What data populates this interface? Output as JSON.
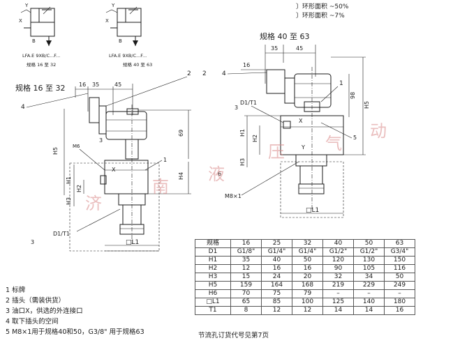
{
  "top_right_note": {
    "line1": "〕环形面积 ~50%",
    "line2": "〕环形面积 ~7%"
  },
  "symbols": [
    {
      "code": "LFA.E 9XB/C...F...",
      "size": "规格 16 至 32"
    },
    {
      "code": "LFA.E 9XB/C...F...",
      "size": "规格 40 至 63"
    }
  ],
  "left_view": {
    "title": "规格 16 至 32",
    "dims": {
      "d16": "16",
      "d35": "35",
      "d45": "45",
      "h5": "H5",
      "h69": "69",
      "h4": "H4",
      "h1": "H1",
      "h2": "H2",
      "h3": "H3",
      "l1": "□L1",
      "x": "X",
      "m6": "M6",
      "d1t1": "D1/T1"
    },
    "callouts": {
      "c1": "1",
      "c2": "2",
      "c3": "3",
      "c4": "4",
      "c3b": "3"
    }
  },
  "right_view": {
    "title": "规格 40 至 63",
    "dims": {
      "d35": "35",
      "d45": "45",
      "d16": "16",
      "d1t1": "D1/T1",
      "h1": "H1",
      "h2": "H2",
      "h3": "H3",
      "h5": "H5",
      "h98": "98",
      "l1": "□L1",
      "x": "X",
      "m8": "M8×1",
      "y": "Y"
    },
    "callouts": {
      "c1": "1",
      "c2": "2",
      "c3": "3",
      "c4": "4",
      "c5": "5",
      "c6": "6"
    }
  },
  "watermark": [
    "济",
    "南",
    "液",
    "压",
    "气",
    "动"
  ],
  "table": {
    "headers": [
      "规格",
      "16",
      "25",
      "32",
      "40",
      "50",
      "63"
    ],
    "rows": [
      [
        "D1",
        "G1/8\"",
        "G1/4\"",
        "G1/4\"",
        "G1/2\"",
        "G1/2\"",
        "G3/4\""
      ],
      [
        "H1",
        "35",
        "40",
        "50",
        "120",
        "130",
        "150"
      ],
      [
        "H2",
        "12",
        "16",
        "16",
        "90",
        "105",
        "116"
      ],
      [
        "H3",
        "15",
        "24",
        "20",
        "32",
        "34",
        "50"
      ],
      [
        "H5",
        "159",
        "164",
        "168",
        "219",
        "229",
        "249"
      ],
      [
        "H6",
        "70",
        "75",
        "79",
        "–",
        "–",
        "–"
      ],
      [
        "□L1",
        "65",
        "85",
        "100",
        "125",
        "140",
        "180"
      ],
      [
        "T1",
        "8",
        "12",
        "12",
        "14",
        "14",
        "16"
      ]
    ]
  },
  "notes": [
    "1 标牌",
    "2 插头（需装供货）",
    "3 油口X，供选的外连接口",
    "4 取下插头的空间",
    "5 M8×1用于规格40和50，G3/8\" 用于规格63"
  ],
  "footnote": "节流孔订货代号见第7页"
}
